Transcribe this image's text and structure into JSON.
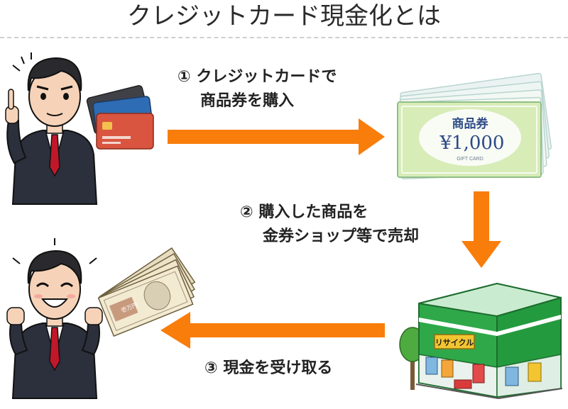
{
  "title": "クレジットカード現金化とは",
  "steps": [
    {
      "number": "①",
      "lines": [
        "クレジットカードで",
        "商品券を購入"
      ]
    },
    {
      "number": "②",
      "lines": [
        "購入した商品を",
        "金券ショップ等で売却"
      ]
    },
    {
      "number": "③",
      "lines": [
        "現金を受け取る"
      ]
    }
  ],
  "gift_card": {
    "label": "商品券",
    "amount": "¥1,000",
    "caption": "GIFT CARD"
  },
  "banknote": {
    "label": "壱万円"
  },
  "shop": {
    "sign": "リサイクル"
  },
  "colors": {
    "arrow": "#f97d0b",
    "shop_green": "#2fa84a",
    "suit": "#2c2f3c",
    "tie": "#c0182a"
  }
}
